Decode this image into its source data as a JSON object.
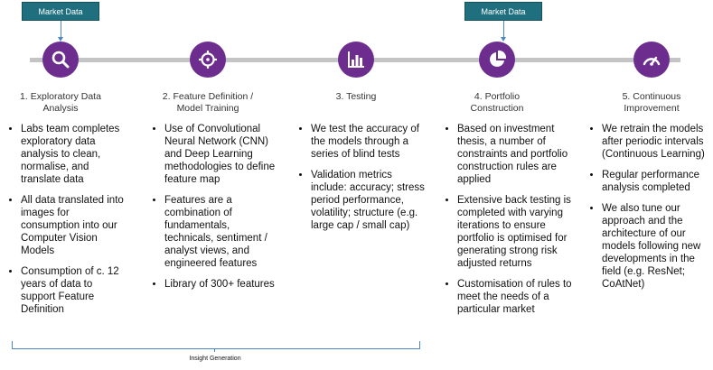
{
  "tags": [
    {
      "label": "Market Data"
    },
    {
      "label": "Market Data"
    }
  ],
  "steps": [
    {
      "icon": "magnifier-icon",
      "title": "1. Exploratory Data Analysis",
      "bullets": [
        "Labs team completes exploratory data analysis to clean, normalise, and translate data",
        "All data translated into images for consumption into our Computer Vision Models",
        "Consumption of c. 12 years of data to support Feature Definition"
      ]
    },
    {
      "icon": "crosshair-icon",
      "title": "2. Feature Definition / Model Training",
      "bullets": [
        "Use of Convolutional Neural Network (CNN) and Deep Learning methodologies to define feature map",
        "Features are a combination of fundamentals, technicals, sentiment / analyst views, and engineered features",
        "Library of 300+ features"
      ]
    },
    {
      "icon": "bar-chart-icon",
      "title": "3. Testing",
      "bullets": [
        "We test the accuracy of the models through a series of blind tests",
        "Validation metrics include: accuracy; stress period performance, volatility; structure (e.g. large cap / small cap)"
      ]
    },
    {
      "icon": "pie-chart-icon",
      "title": "4. Portfolio Construction",
      "bullets": [
        "Based on investment thesis, a number of constraints and portfolio construction rules are applied",
        "Extensive back testing is completed with varying iterations to ensure portfolio is optimised for generating strong risk adjusted returns",
        "Customisation of rules to meet the needs of a particular market"
      ]
    },
    {
      "icon": "gauge-icon",
      "title": "5. Continuous Improvement",
      "bullets": [
        "We retrain the models after periodic intervals (Continuous Learning)",
        "Regular performance analysis completed",
        "We also tune our approach and the architecture of our models following new developments in the field (e.g. ResNet; CoAtNet)"
      ]
    }
  ],
  "bracket_label": "Insight Generation",
  "colors": {
    "node": "#6d2d8f",
    "tag": "#1f6f7f",
    "line": "#c4c4c4",
    "arrow": "#4a86c8"
  }
}
